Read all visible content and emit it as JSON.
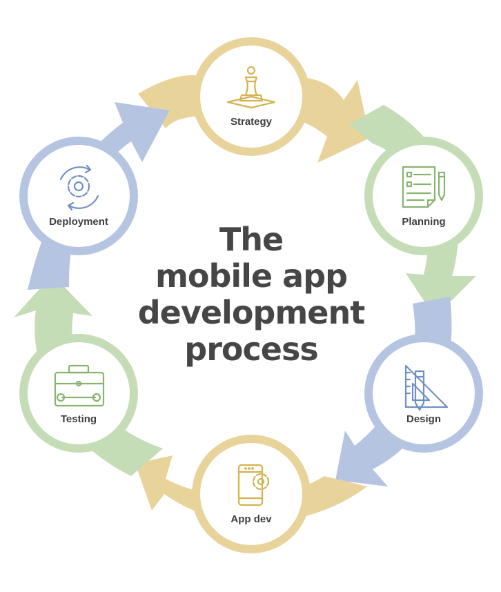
{
  "title_lines": [
    "The",
    "mobile app",
    "development",
    "process"
  ],
  "colors": {
    "gold": "#e8d49a",
    "gold_icon": "#d3b24f",
    "green": "#c5ddb6",
    "green_icon": "#86b46e",
    "blue": "#b5c5e1",
    "blue_icon": "#6f8fc4",
    "text": "#3f3f3f",
    "title": "#464646"
  },
  "stages": [
    {
      "label": "Strategy",
      "color": "gold",
      "icon": "chess-pawn-icon"
    },
    {
      "label": "Planning",
      "color": "green",
      "icon": "checklist-pencil-icon"
    },
    {
      "label": "Design",
      "color": "blue",
      "icon": "ruler-pencil-icon"
    },
    {
      "label": "App dev",
      "color": "gold",
      "icon": "phone-gear-icon"
    },
    {
      "label": "Testing",
      "color": "green",
      "icon": "toolbox-wrench-icon"
    },
    {
      "label": "Deployment",
      "color": "blue",
      "icon": "gear-cycle-icon"
    }
  ]
}
